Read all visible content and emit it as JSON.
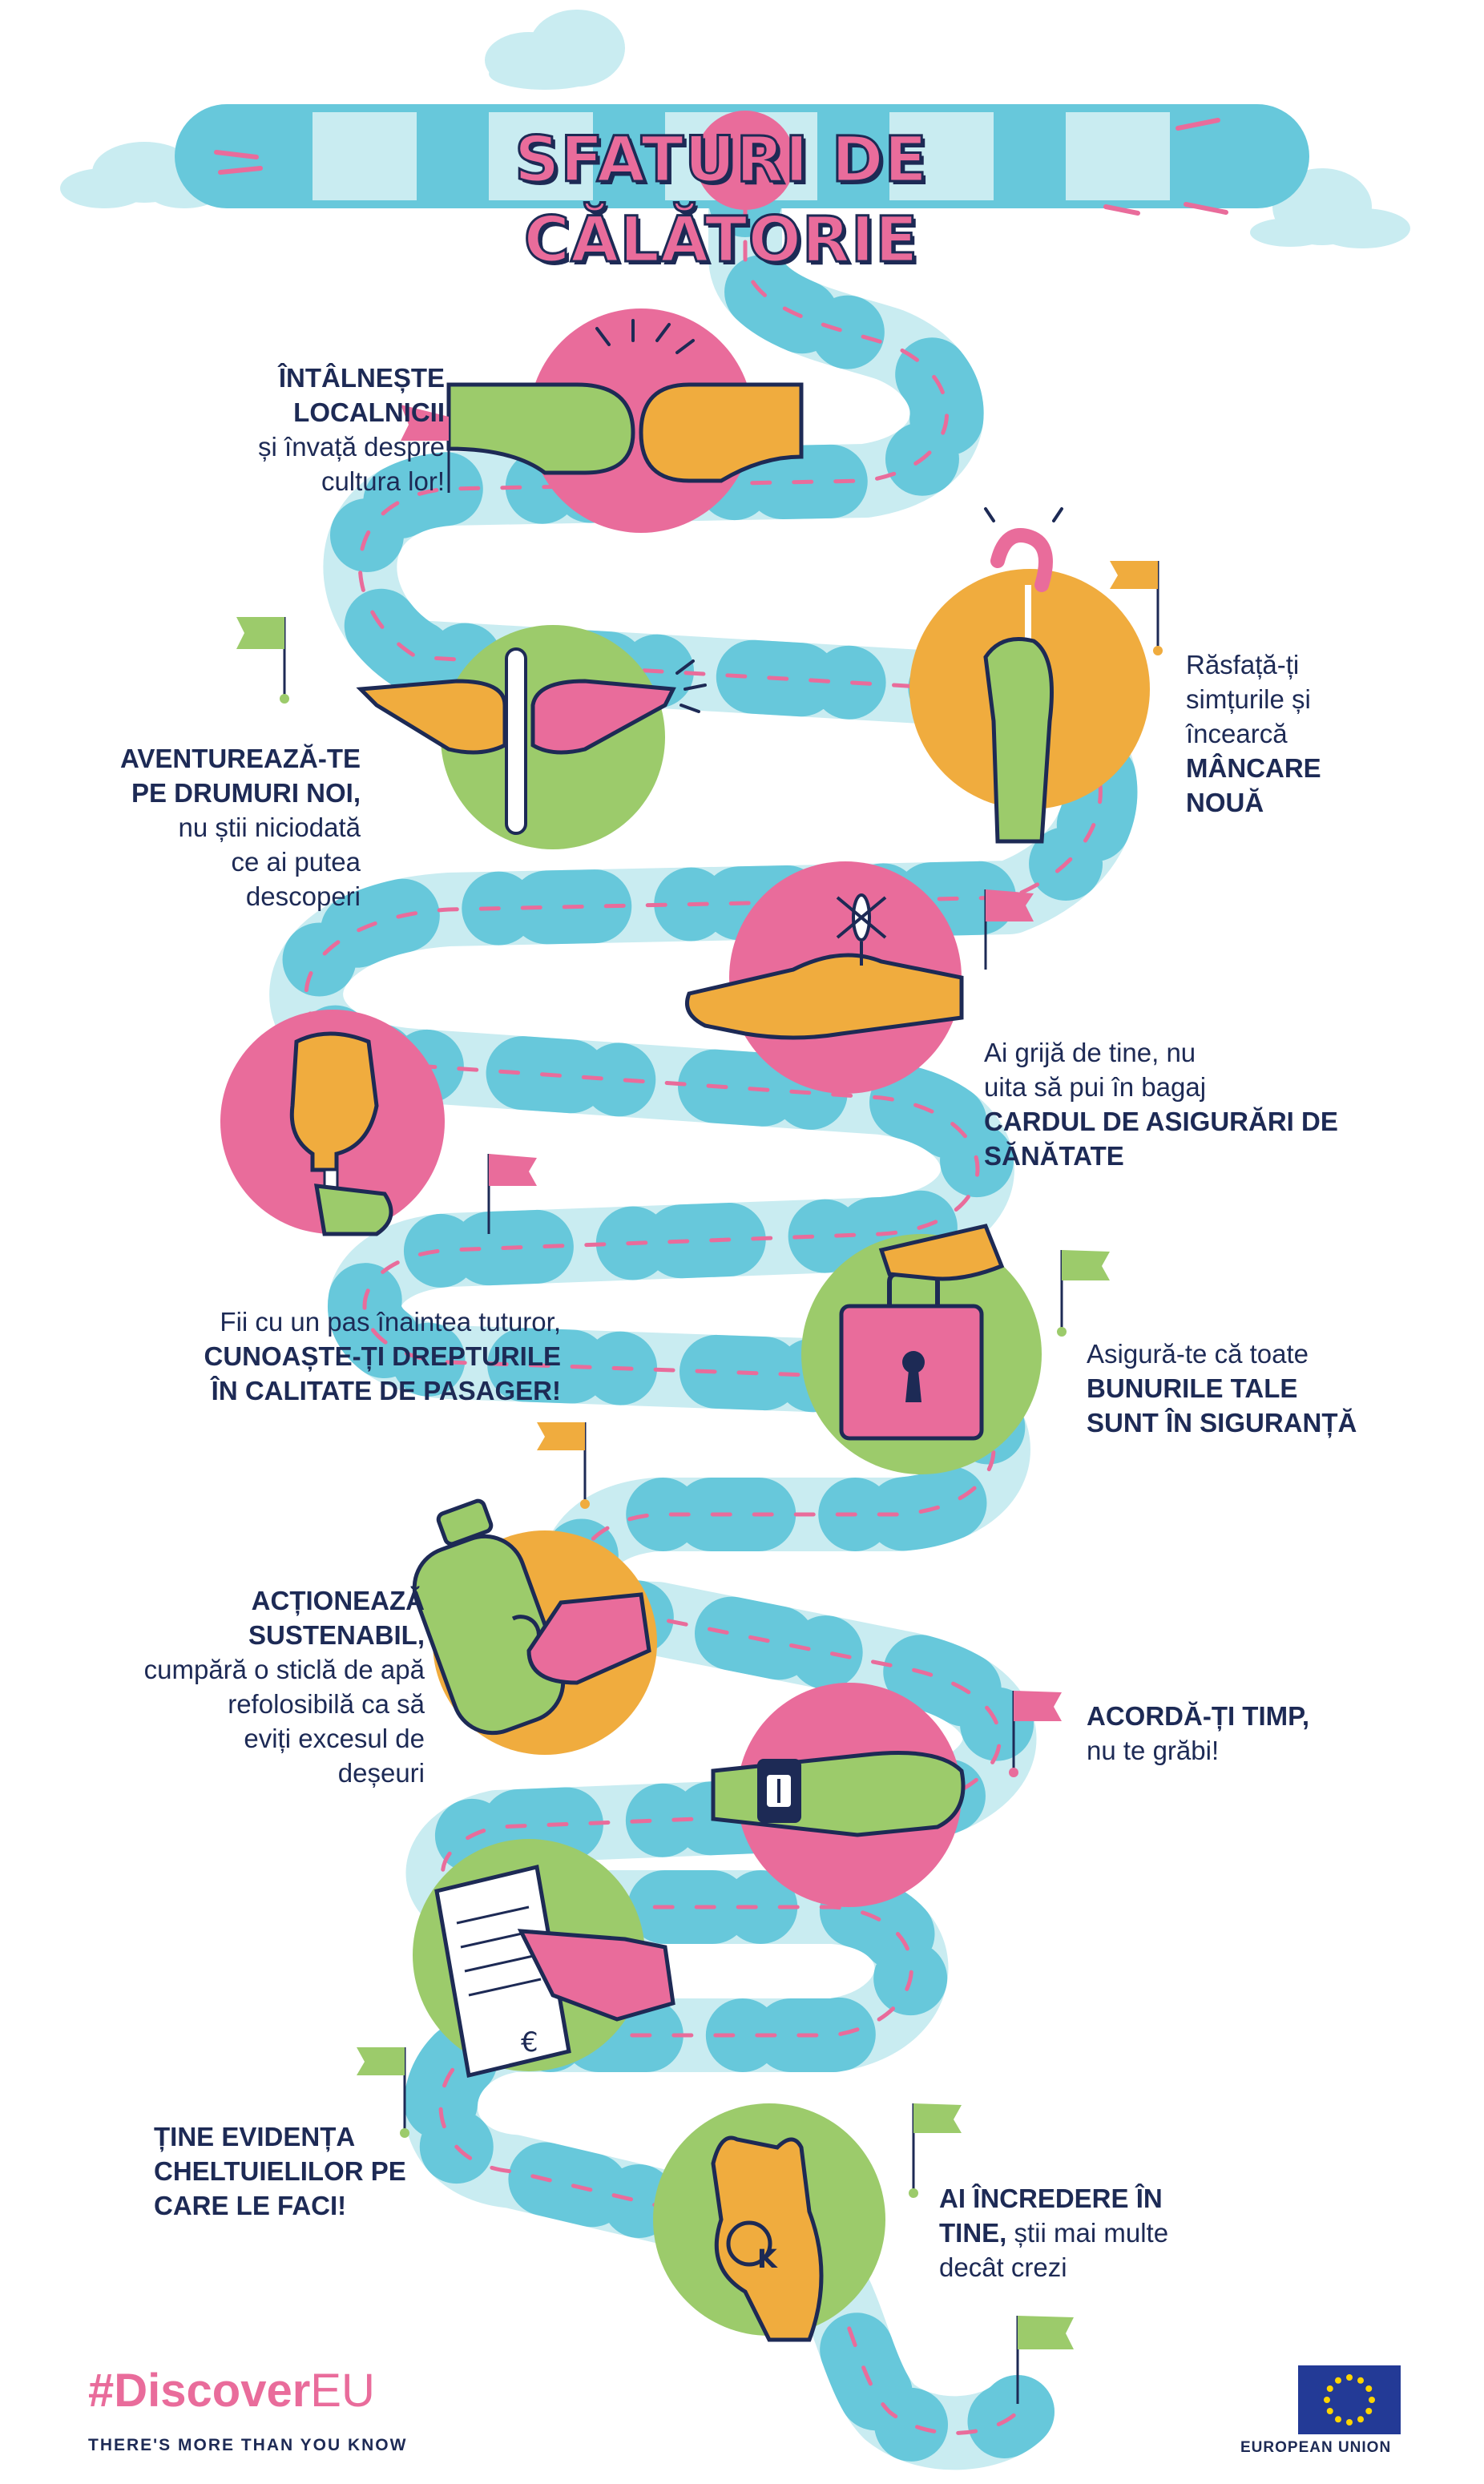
{
  "header": {
    "title": "SFATURI DE CĂLĂTORIE"
  },
  "tips": [
    {
      "strong": [
        "ÎNTÂLNEȘTE",
        "LOCALNICII"
      ],
      "normal": [
        "și învață despre",
        "cultura lor!"
      ]
    },
    {
      "normal": [
        "Răsfață-ți",
        "simțurile și",
        "încearcă"
      ],
      "strong": [
        "MÂNCARE",
        "NOUĂ"
      ]
    },
    {
      "strong": [
        "AVENTUREAZĂ-TE",
        "PE DRUMURI NOI,"
      ],
      "normal": [
        "nu știi niciodată",
        "ce ai putea",
        "descoperi"
      ]
    },
    {
      "normal": [
        "Ai grijă de tine, nu",
        "uita să pui în bagaj"
      ],
      "strong": [
        "CARDUL DE ASIGURĂRI DE SĂNĂTATE"
      ]
    },
    {
      "normal": [
        "Fii cu un pas înaintea tuturor,"
      ],
      "strong": [
        "CUNOAȘTE-ȚI DREPTURILE",
        "ÎN CALITATE DE PASAGER!"
      ]
    },
    {
      "normal": [
        "Asigură-te că toate"
      ],
      "strong": [
        "BUNURILE TALE",
        "SUNT ÎN SIGURANȚĂ"
      ]
    },
    {
      "strong": [
        "ACȚIONEAZĂ",
        "SUSTENABIL,"
      ],
      "normal": [
        "cumpără o sticlă de apă",
        "refolosibilă ca să",
        "eviți excesul de",
        "deșeuri"
      ]
    },
    {
      "strong": [
        "ACORDĂ-ȚI TIMP,"
      ],
      "normal": [
        "nu te grăbi!"
      ]
    },
    {
      "strong": [
        "ȚINE EVIDENȚA",
        "CHELTUIELILOR PE",
        "CARE LE FACI!"
      ],
      "normal": []
    },
    {
      "strong": [
        "AI ÎNCREDERE ÎN",
        "TINE,"
      ],
      "normal": [
        "știi mai multe",
        "decât crezi"
      ]
    }
  ],
  "footer": {
    "hashtag_a": "#Discover",
    "hashtag_b": "EU",
    "tagline": "THERE'S MORE THAN YOU KNOW",
    "eu_label": "EUROPEAN UNION"
  },
  "colors": {
    "navy": "#1d2a55",
    "pink": "#e96c9b",
    "green": "#9ccb6b",
    "orange": "#f0ac3e",
    "road_light": "#c9ecf1",
    "road_dark": "#67c8db",
    "eu_blue": "#233a96",
    "eu_star": "#ffd500"
  },
  "icons": [
    "fist-bump-icon",
    "pointing-hands-icon",
    "candy-hand-icon",
    "mosquito-hand-icon",
    "raised-fist-icon",
    "suitcase-lock-icon",
    "recycle-bottle-icon",
    "wristwatch-icon",
    "euro-receipt-icon",
    "ok-hand-icon",
    "flag-icon",
    "cloud-icon",
    "eu-flag-icon"
  ]
}
